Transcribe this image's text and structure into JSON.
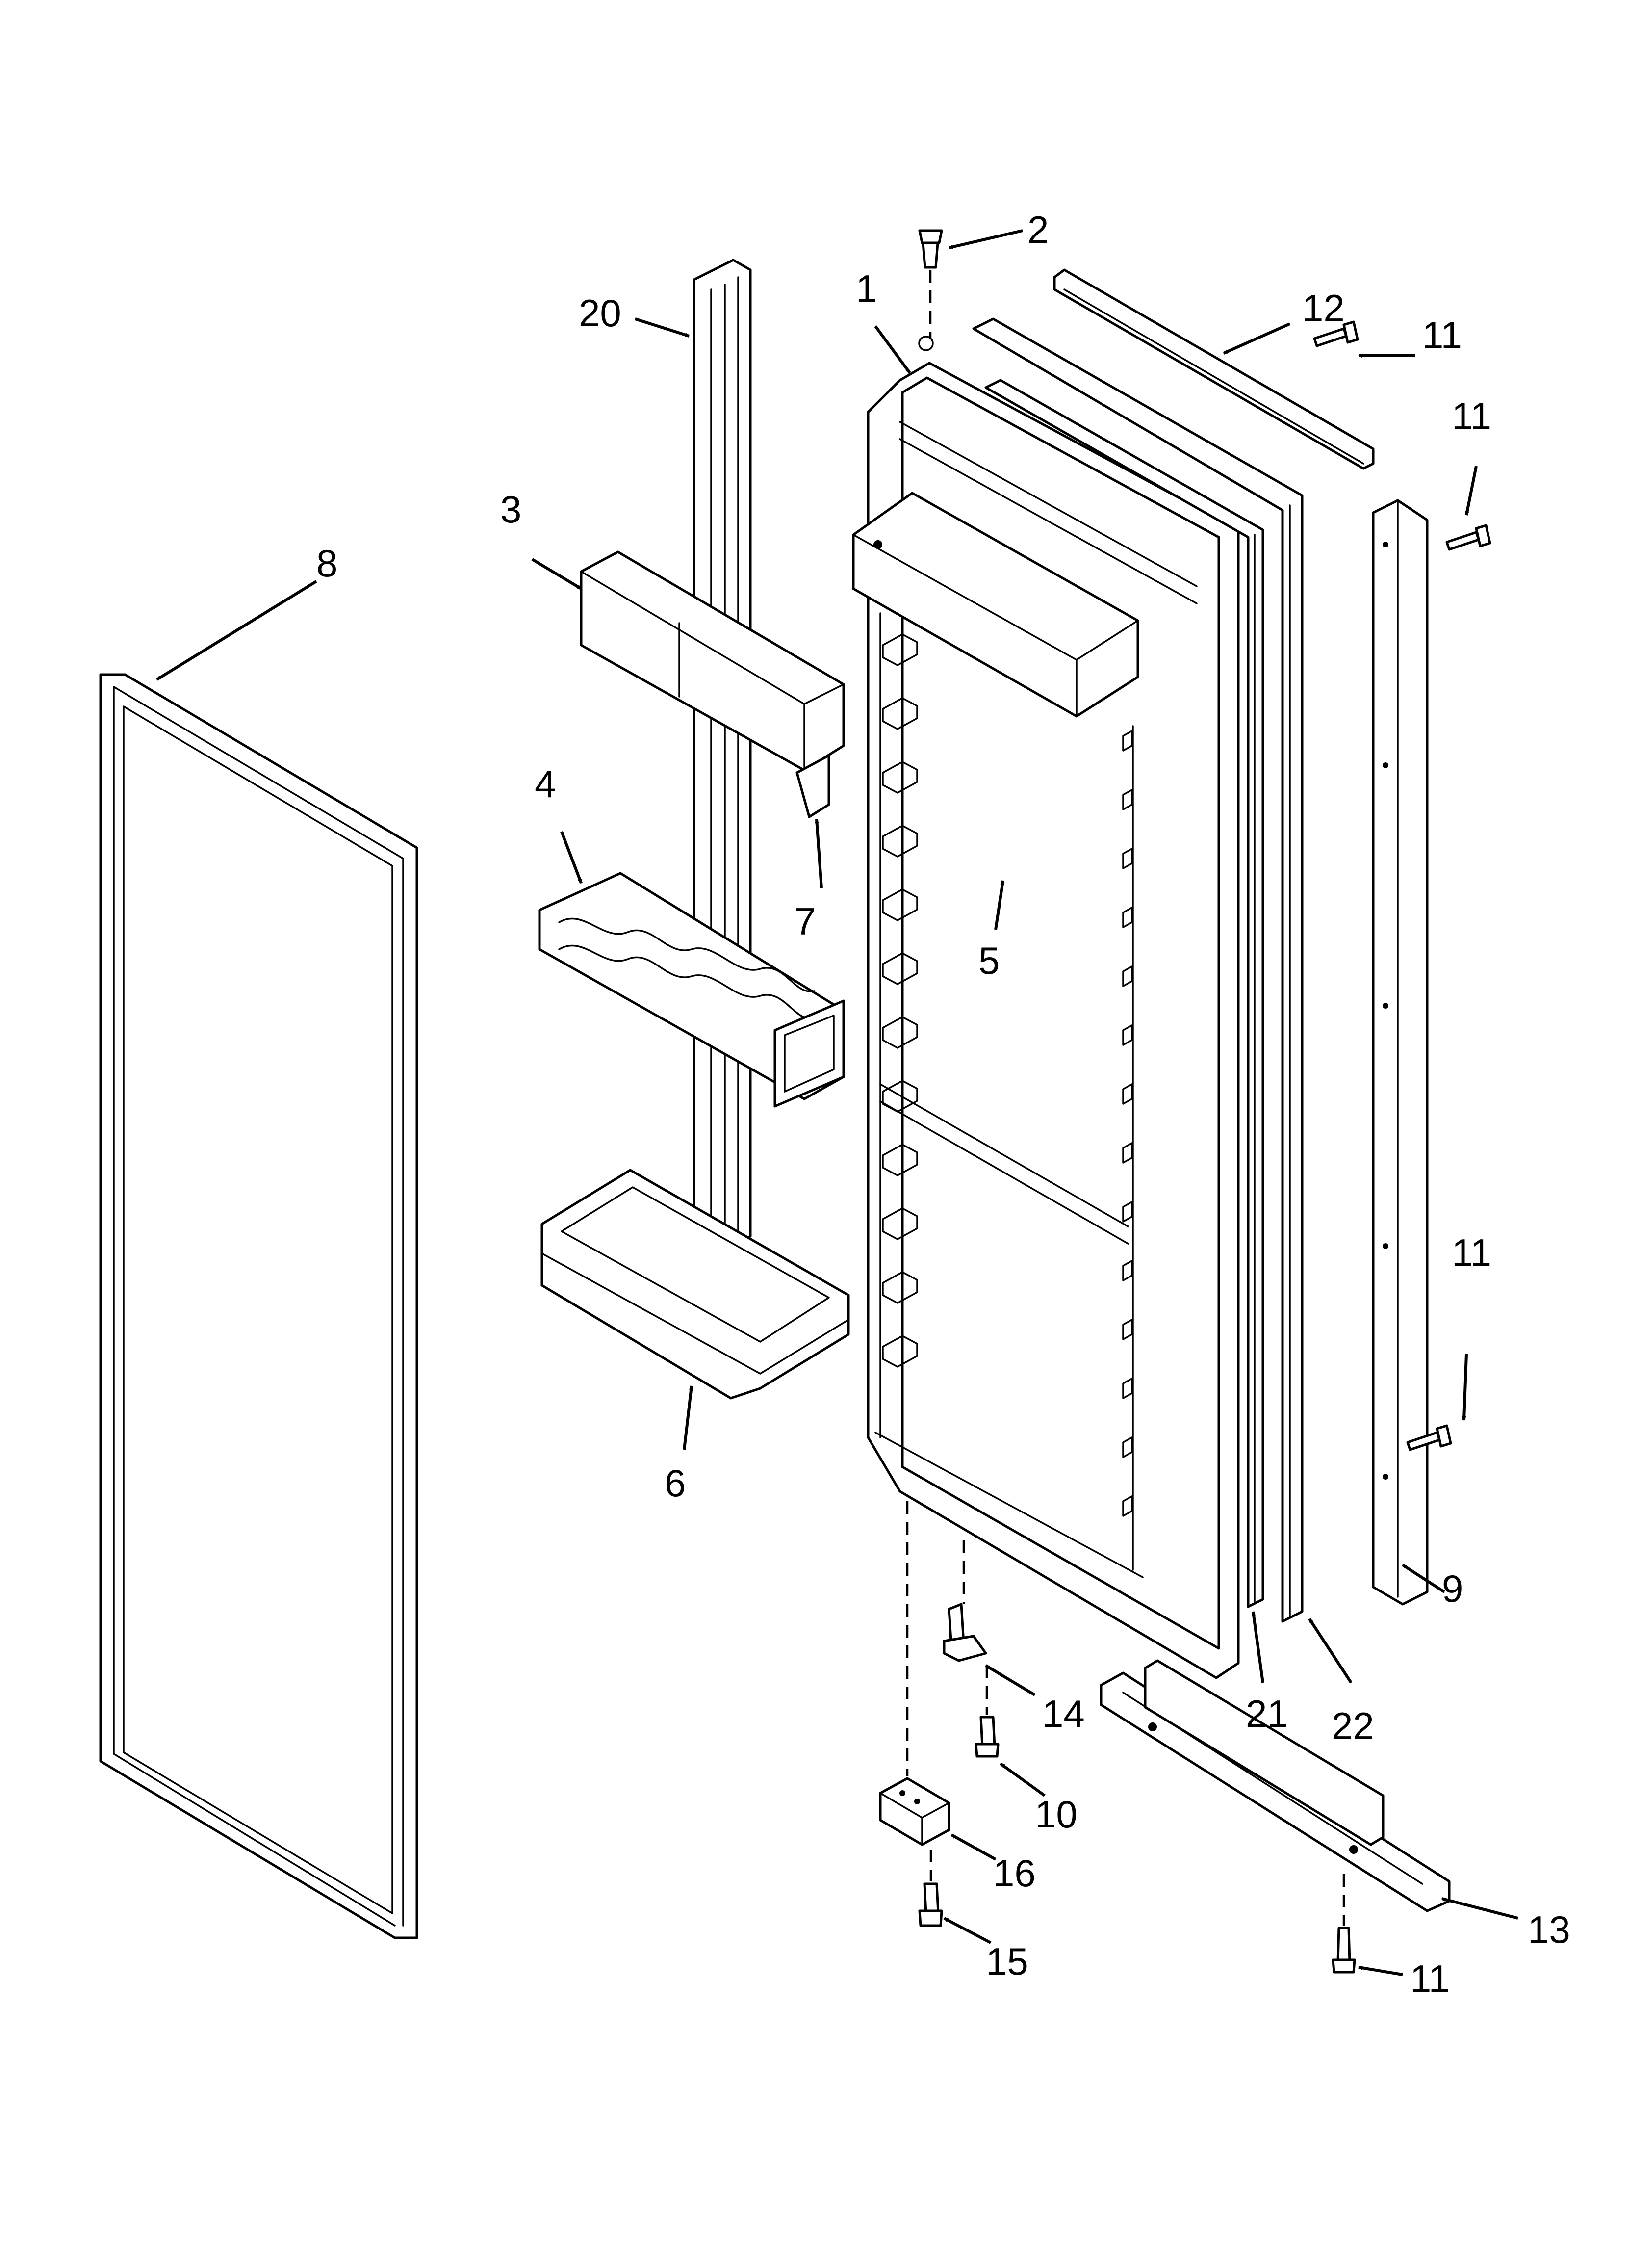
{
  "diagram": {
    "callouts": {
      "c1": "1",
      "c2": "2",
      "c3": "3",
      "c4": "4",
      "c5": "5",
      "c6": "6",
      "c7": "7",
      "c8": "8",
      "c9": "9",
      "c10": "10",
      "c11a": "11",
      "c11b": "11",
      "c11c": "11",
      "c11d": "11",
      "c12": "12",
      "c13": "13",
      "c14": "14",
      "c15": "15",
      "c16": "16",
      "c20": "20",
      "c21": "21",
      "c22": "22"
    }
  }
}
